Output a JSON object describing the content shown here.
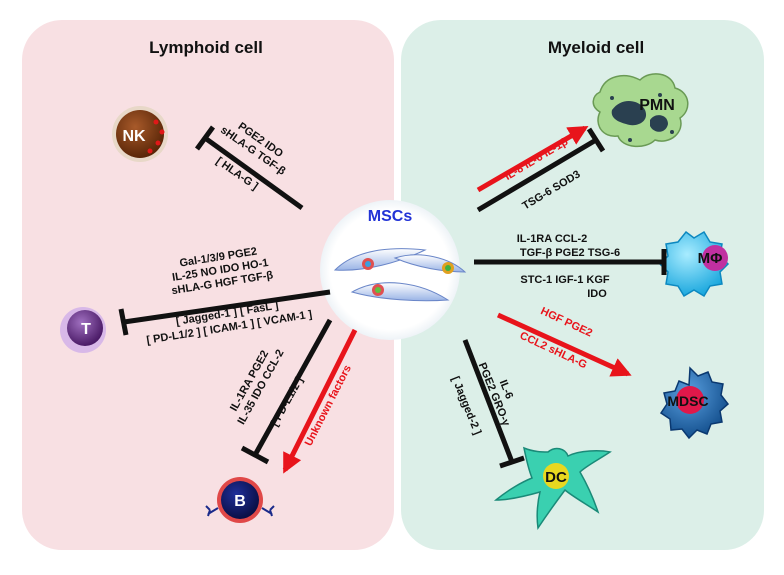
{
  "panels": {
    "left_title": "Lymphoid cell",
    "right_title": "Myeloid cell"
  },
  "center": {
    "label": "MSCs"
  },
  "cells": {
    "nk": "NK",
    "t": "T",
    "b": "B",
    "pmn": "PMN",
    "mphi": "MΦ",
    "mdsc": "MDSC",
    "dc": "DC"
  },
  "labels": {
    "nk_line1": "PGE2  IDO",
    "nk_line2": "sHLA-G  TGF-β",
    "nk_line3": "[ HLA-G ]",
    "t_line1": "Gal-1/3/9  PGE2",
    "t_line2": "IL-25  NO  IDO  HO-1",
    "t_line3": "sHLA-G   HGF  TGF-β",
    "t_line4": "[ Jagged-1 ] [ FasL ]",
    "t_line5": "[ PD-L1/2 ] [ ICAM-1 ] [ VCAM-1 ]",
    "b_line1": "IL-1RA  PGE2",
    "b_line2": "IL-35  IDO  CCL-2",
    "b_line3": "[ PD-L1/2 ]",
    "b_red": "Unknown factors",
    "pmn_red": "IL-8  IL-6  IL-1β",
    "pmn_black": "TSG-6  SOD3",
    "mphi_line1": "IL-1RA  CCL-2",
    "mphi_line2": "TGF-β  PGE2   TSG-6",
    "mphi_line3": "STC-1  IGF-1   KGF",
    "mphi_line4": "IDO",
    "mdsc_red1": "HGF  PGE2",
    "mdsc_red2": "CCL2  sHLA-G",
    "dc_line1": "IL-6",
    "dc_line2": "PGE2  GRO-γ",
    "dc_line3": "[ Jagged-2 ]"
  },
  "colors": {
    "left_bg": "#f8e0e3",
    "right_bg": "#dcefe8",
    "inhibit": "#111111",
    "stimulate": "#e8141b",
    "msc_label": "#2233d6"
  }
}
